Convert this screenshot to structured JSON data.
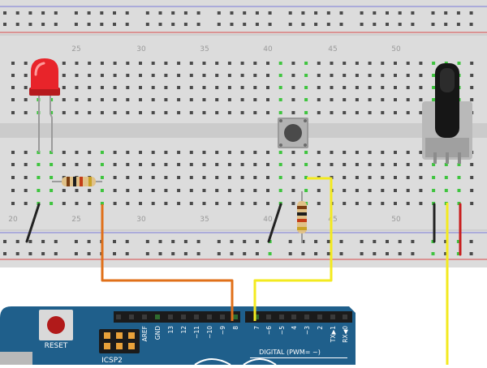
{
  "breadboard": {
    "column_numbers_top": [
      "25",
      "30",
      "35",
      "40",
      "45",
      "50"
    ],
    "column_numbers_bottom": [
      "20",
      "25",
      "30",
      "35",
      "40",
      "45",
      "50"
    ]
  },
  "arduino": {
    "reset_label": "RESET",
    "icsp_label": "ICSP2",
    "digital_label": "DIGITAL (PWM= ~)",
    "header_pins": [
      "AREF",
      "GND",
      "13",
      "12",
      "~11",
      "~10",
      "~9",
      "8",
      "7",
      "~6",
      "~5",
      "4",
      "~3",
      "2",
      "TX▶1",
      "RX◀0"
    ]
  },
  "colors": {
    "board_blue": "#1f5f8b",
    "wire_orange": "#e0701a",
    "wire_yellow": "#f3ea1f",
    "wire_red": "#c91c1c",
    "wire_black": "#222222",
    "led_red": "#e8242a",
    "hole_active": "#3fc43f"
  }
}
